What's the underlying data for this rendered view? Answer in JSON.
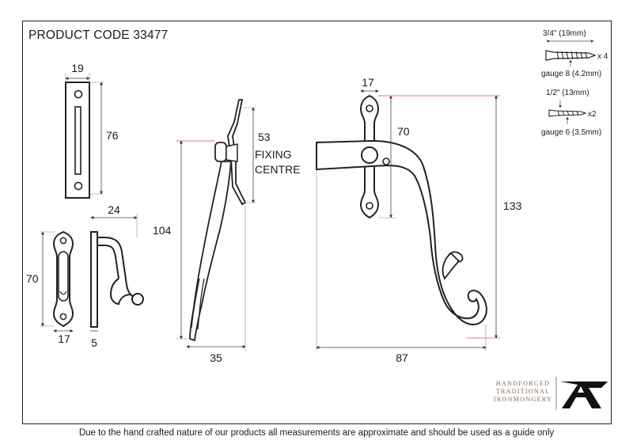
{
  "header": {
    "product_code": "PRODUCT CODE 33477"
  },
  "dimensions": {
    "keep_width": "19",
    "keep_height": "76",
    "hook_plate_height": "70",
    "hook_plate_width": "17",
    "hook_projection": "24",
    "hook_thickness": "5",
    "handle_side_height": "104",
    "handle_side_depth": "35",
    "fixing_centre_value": "53",
    "fixing_label_1": "FIXING",
    "fixing_label_2": "CENTRE",
    "backplate_width": "17",
    "backplate_height": "70",
    "handle_height": "133",
    "handle_length": "87"
  },
  "screws": {
    "large": {
      "length": "3/4\" (19mm)",
      "qty": "x 4",
      "gauge": "gauge 8 (4.2mm)"
    },
    "small": {
      "length": "1/2\" (13mm)",
      "qty": "x2",
      "gauge": "gauge 6 (3.5mm)"
    }
  },
  "brand": {
    "line1": "HANDFORGED",
    "line2": "TRADITIONAL",
    "line3": "IRONMONGERY",
    "logo": "anvil-letter-a-logo"
  },
  "footer": {
    "disclaimer": "Due to the hand crafted nature of our products all measurements are approximate and should be used as a guide only"
  },
  "colors": {
    "ink": "#1a1a1a",
    "guide_red": "#d9534f",
    "brand_brown": "#8a6a52"
  }
}
